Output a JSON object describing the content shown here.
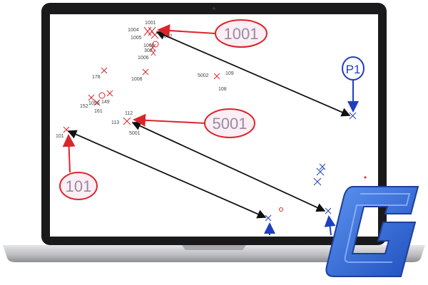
{
  "points": {
    "p1001": "1001",
    "p1004": "1004",
    "p1005": "1005",
    "p1002": "1002",
    "p1000": "1000",
    "p305": "305",
    "p1006": "1006",
    "p178": "178",
    "p1008": "1008",
    "p5002": "5002",
    "p109": "109",
    "p108": "108",
    "p152": "152",
    "p1050": "1050",
    "p149": "149",
    "p161": "161",
    "p112": "112",
    "p113": "113",
    "p5001": "5001",
    "p101": "101"
  },
  "callouts": {
    "c1001": "1001",
    "c5001": "5001",
    "c101": "101",
    "p1": "P1"
  },
  "colors": {
    "red": "#d9262b",
    "blue": "#1f3fc0",
    "black": "#111111",
    "logo": "#2f6bd8"
  }
}
